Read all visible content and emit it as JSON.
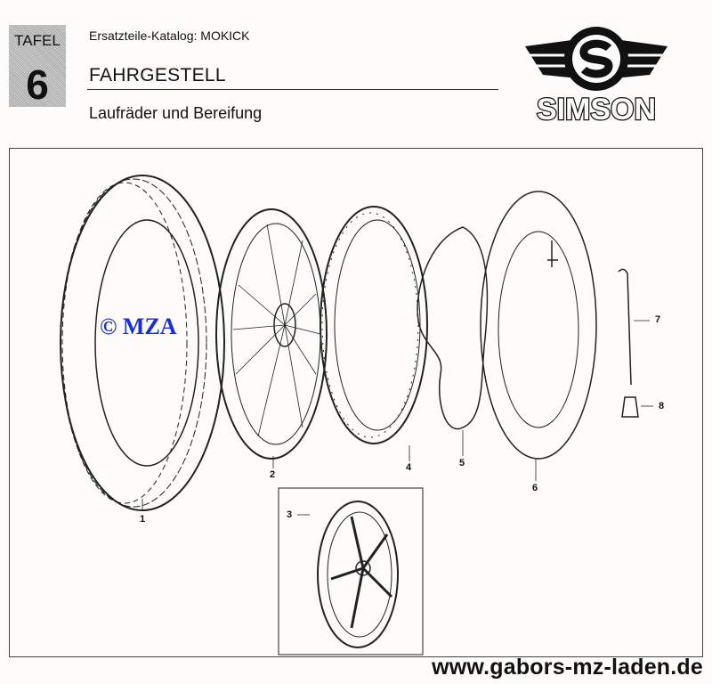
{
  "header": {
    "tafel_label": "TAFEL",
    "tafel_number": "6",
    "catalog": "Ersatzteile-Katalog: MOKICK",
    "section": "FAHRGESTELL",
    "subtitle": "Laufräder und Bereifung"
  },
  "logo": {
    "brand": "SIMSON"
  },
  "diagram": {
    "part_numbers": [
      "1",
      "2",
      "3",
      "4",
      "5",
      "6",
      "7",
      "8"
    ],
    "copyright": "© MZA"
  },
  "footer": {
    "url": "www.gabors-mz-laden.de"
  }
}
